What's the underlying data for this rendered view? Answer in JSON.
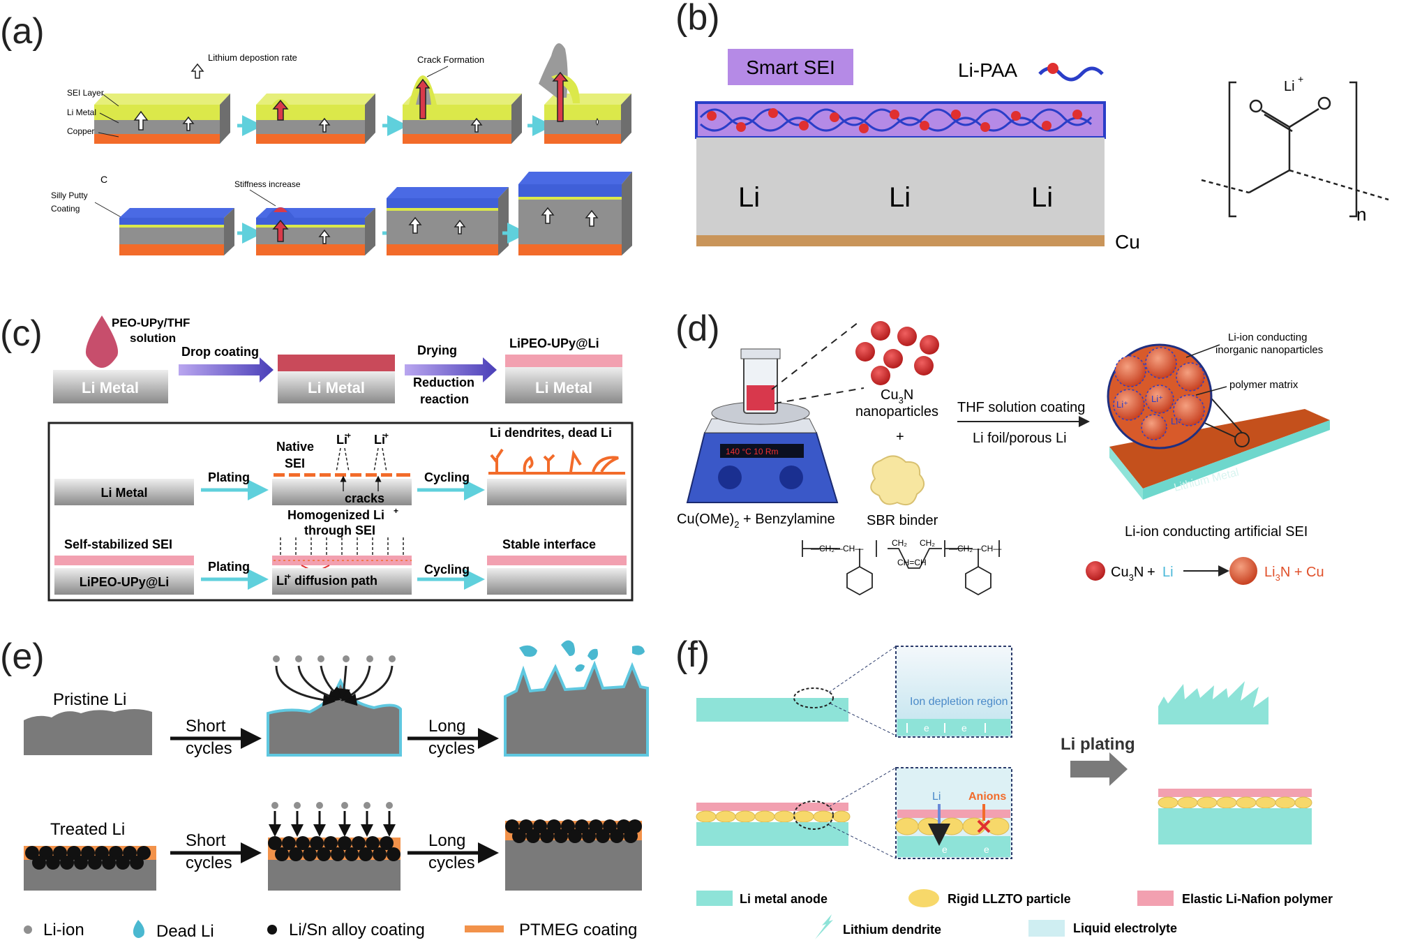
{
  "panel_labels": {
    "a": "(a)",
    "b": "(b)",
    "c": "(c)",
    "d": "(d)",
    "e": "(e)",
    "f": "(f)"
  },
  "a": {
    "rate_label": "Lithium depostion rate",
    "crack_label": "Crack Formation",
    "sei_label": "SEI Layer",
    "li_label": "Li Metal",
    "cu_label": "Copper",
    "c_label": "C",
    "putty_label_1": "Silly Putty",
    "putty_label_2": "Coating",
    "stiff_label": "Stiffness increase"
  },
  "b": {
    "smart_sei": "Smart SEI",
    "li_paa": "Li-PAA",
    "li1": "Li",
    "li2": "Li",
    "li3": "Li",
    "cu": "Cu",
    "li_plus": "Li",
    "li_plus_sup": "+",
    "n": "n"
  },
  "c": {
    "sol_1": "PEO-UPy/THF",
    "sol_2": "solution",
    "drop": "Drop coating",
    "drying": "Drying",
    "reduction_1": "Reduction",
    "reduction_2": "reaction",
    "limetal_a": "Li Metal",
    "limetal_b": "Li Metal",
    "limetal_c": "Li Metal",
    "product": "LiPEO-UPy@Li",
    "native_1": "Native",
    "native_2": "SEI",
    "liplus": "Li",
    "sup": "+",
    "cracks": "cracks",
    "dendrites": "Li dendrites, dead Li",
    "row1_metal": "Li Metal",
    "plating": "Plating",
    "cycling": "Cycling",
    "homog_1": "Homogenized Li",
    "homog_2": "through SEI",
    "selfstab": "Self-stabilized SEI",
    "row2_metal": "LiPEO-UPy@Li",
    "diffusion": "diffusion path",
    "stable": "Stable interface"
  },
  "d": {
    "cu3n_1": "Cu",
    "cu3n_sub": "3",
    "cu3n_2": "N",
    "nano": "nanoparticles",
    "plus": "+",
    "sbr": "SBR binder",
    "thf": "THF solution coating",
    "foil": "Li foil/porous Li",
    "conduct_1": "Li-ion conducting",
    "conduct_2": "inorganic nanoparticles",
    "polymer": "polymer matrix",
    "lithium_metal": "Lithium Metal",
    "artificial": "Li-ion conducting artificial SEI",
    "cuome_1": "Cu(OMe)",
    "cuome_sub": "2",
    "cuome_2": " + Benzylamine",
    "display": "140 °C   10 Rm",
    "rxn_li": "Li",
    "rxn_product": "Li",
    "rxn_sub3": "3",
    "rxn_product_2": "N + Cu",
    "rxn_plus": "+"
  },
  "e": {
    "pristine": "Pristine Li",
    "treated": "Treated Li",
    "short_1": "Short",
    "short_2": "cycles",
    "long_1": "Long",
    "long_2": "cycles",
    "legend": [
      "Li-ion",
      "Dead Li",
      "Li/Sn alloy coating",
      "PTMEG coating"
    ]
  },
  "f": {
    "depletion": "Ion depletion region",
    "liplus": "Li",
    "anions": "Anions",
    "plating": "Li plating",
    "eminus": "e",
    "legend": [
      "Li metal anode",
      "Rigid LLZTO particle",
      "Elastic Li-Nafion polymer",
      "Lithium dendrite",
      "Liquid electrolyte"
    ]
  },
  "colors": {
    "li_gray": "#8f8f8f",
    "sei_yellow": "#dde84a",
    "copper": "#f26b2a",
    "putty_blue": "#3f5fd8",
    "arrow_red": "#d93a4a",
    "cyan_arrow": "#5fd0dc",
    "purple_layer": "#b58ae6",
    "cu_bar": "#c9955a",
    "pink": "#f2a0b0",
    "teal": "#8ee3d8",
    "llzto_yellow": "#f7d86a",
    "orange_coat": "#f2924a"
  }
}
